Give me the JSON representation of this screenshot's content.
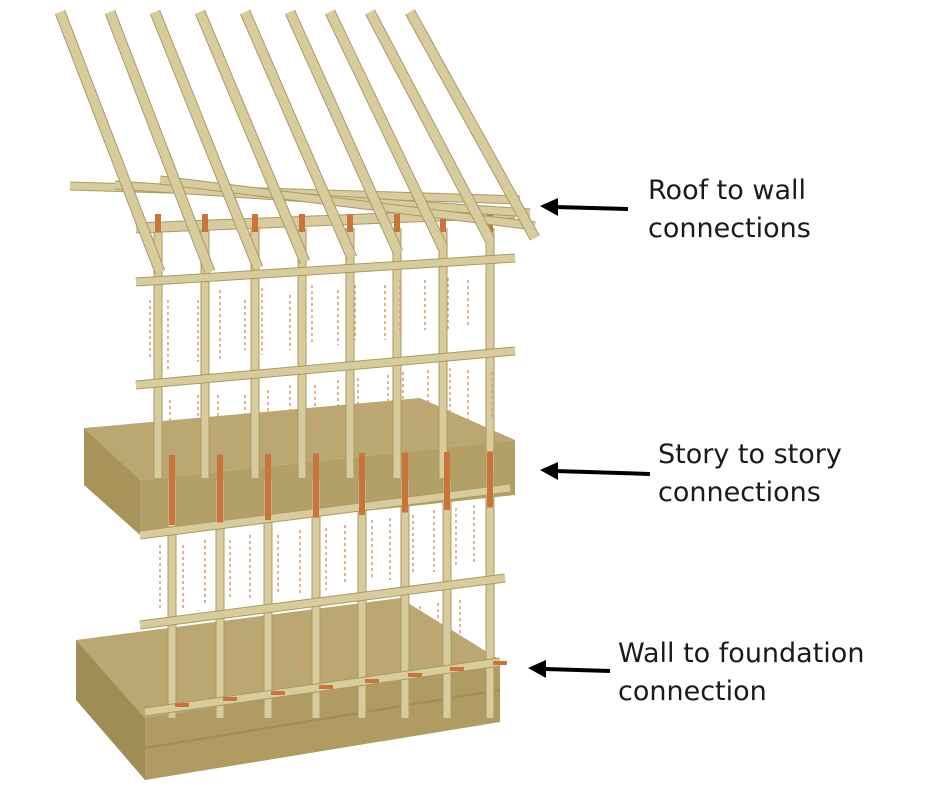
{
  "labels": {
    "roof_line1": "Roof to wall",
    "roof_line2": "connections",
    "story_line1": "Story to story",
    "story_line2": "connections",
    "foundation_line1": "Wall to foundation",
    "foundation_line2": "connection"
  },
  "colors": {
    "lumber": "#d8cc9c",
    "lumber_edge": "#a89a68",
    "panel": "#b9a66e",
    "panel_dark": "#a89458",
    "connector": "#c8743a",
    "load_arrow": "#d89a6e",
    "arrow": "#000000"
  }
}
